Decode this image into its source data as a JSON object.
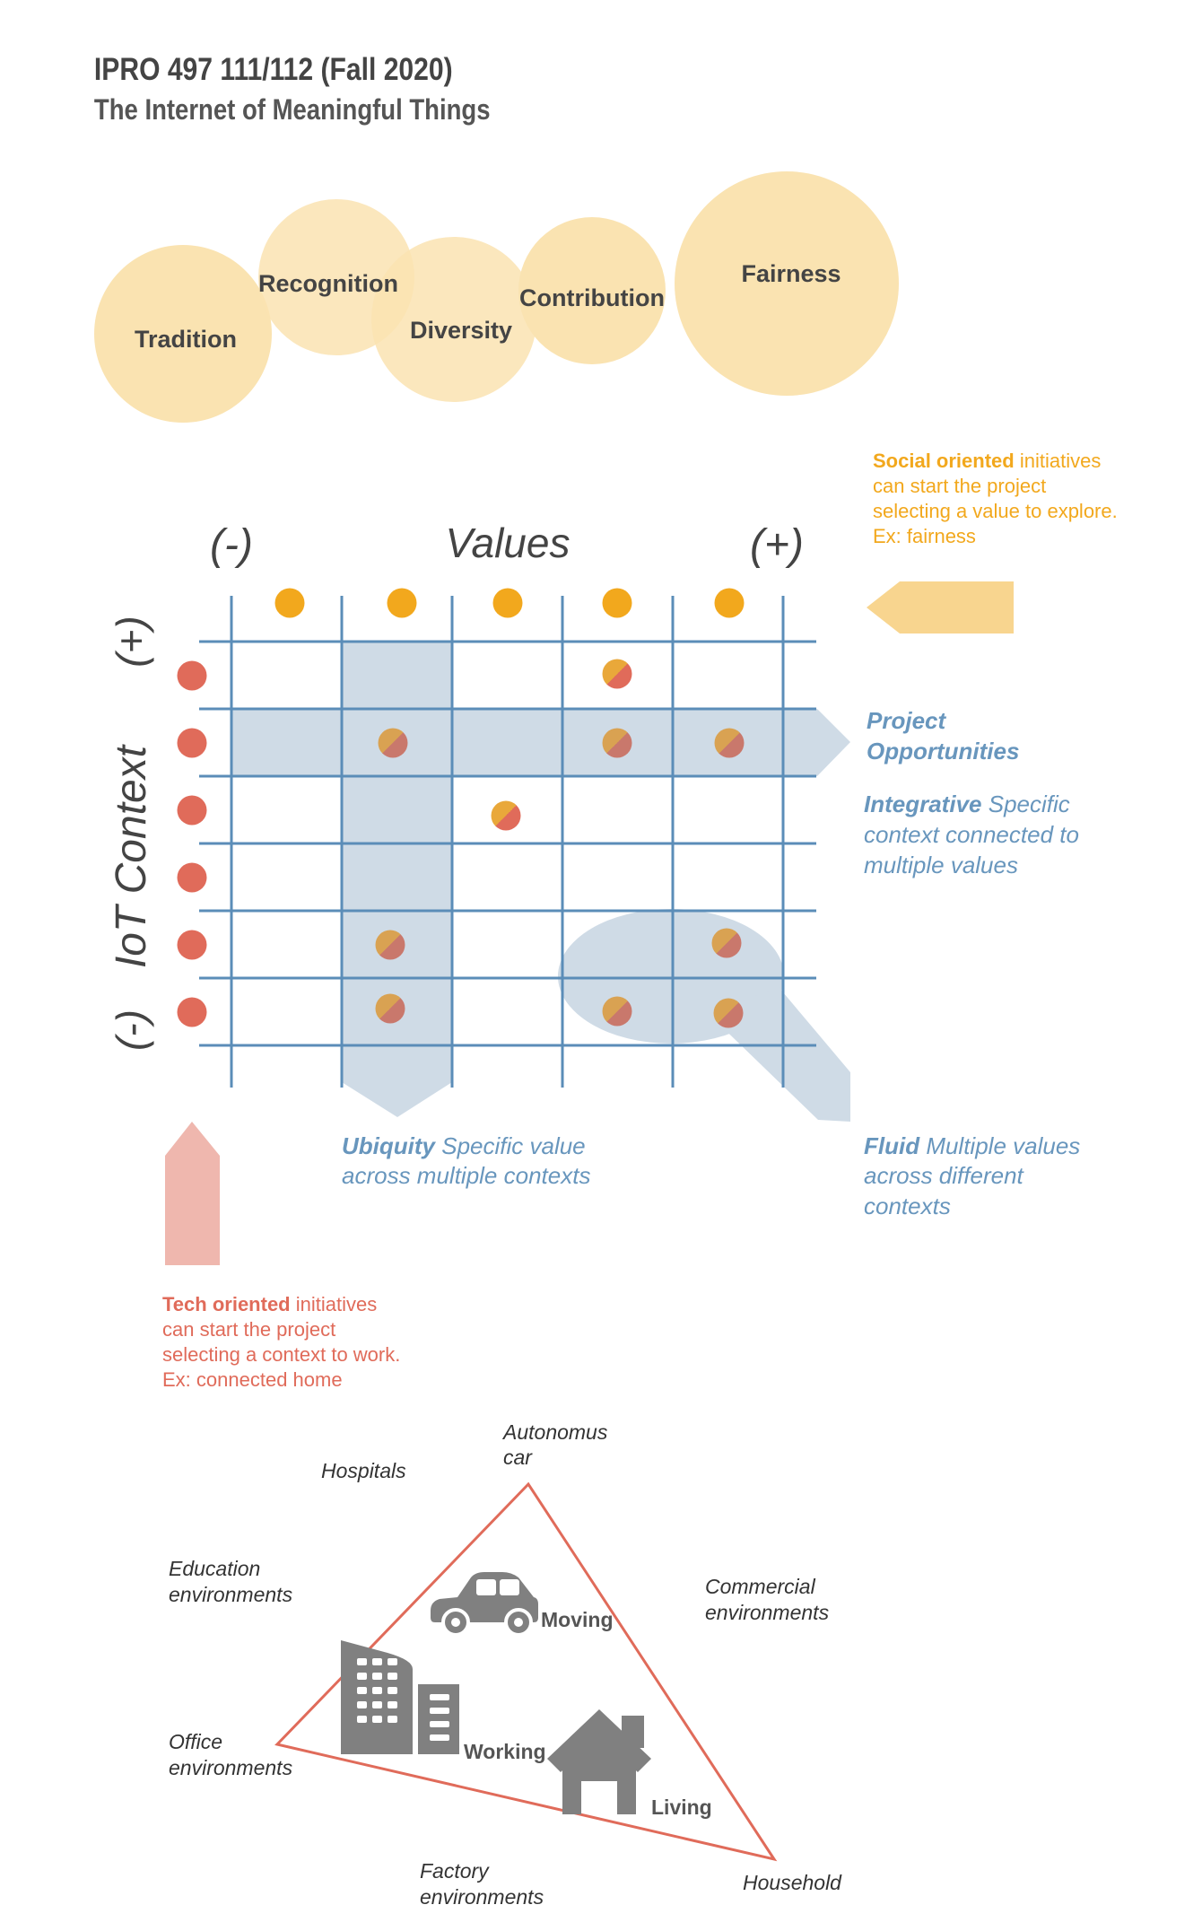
{
  "header": {
    "title": "IPRO 497 111/112 (Fall 2020)",
    "subtitle": "The Internet of Meaningful Things"
  },
  "colors": {
    "value": "#f2a81d",
    "context": "#e06b5a",
    "grid": "#5b8db8",
    "highlight": "#cfdbe6",
    "bubble": "#fae3b1",
    "social_text": "#f2a81d",
    "tech_text": "#e06b5a",
    "blue_text": "#6896bd",
    "axis_text": "#444444",
    "triangle": "#e06b5a",
    "icon": "#808080"
  },
  "bubbles": [
    "Tradition",
    "Recognition",
    "Diversity",
    "Contribution",
    "Fairness"
  ],
  "matrix": {
    "x_axis_title": "Values",
    "x_minus": "(-)",
    "x_plus": "(+)",
    "y_axis_title": "IoT Context",
    "y_minus": "(-)",
    "y_plus": "(+)"
  },
  "social_note": {
    "bold": "Social oriented",
    "rest": " initiatives",
    "line2": "can start the project",
    "line3": "selecting a value to explore.",
    "line4": "Ex: fairness"
  },
  "tech_note": {
    "bold": "Tech oriented",
    "rest": " initiatives",
    "line2": "can start the project",
    "line3": "selecting a context to work.",
    "line4": "Ex: connected home"
  },
  "opportunities": {
    "line1": "Project",
    "line2": "Opportunities"
  },
  "integrative": {
    "bold": "Integrative",
    "rest": " Specific",
    "line2": "context connected to",
    "line3": "multiple values"
  },
  "ubiquity": {
    "bold": "Ubiquity",
    "rest": " Specific value",
    "line2": "across multiple contexts"
  },
  "fluid": {
    "bold": "Fluid",
    "rest": " Multiple values",
    "line2": "across different",
    "line3": "contexts"
  },
  "triangle": {
    "labels": {
      "autonomous_line1": "Autonomus",
      "autonomous_line2": "car",
      "hospitals": "Hospitals",
      "education_line1": "Education",
      "education_line2": "environments",
      "commercial_line1": "Commercial",
      "commercial_line2": "environments",
      "office_line1": "Office",
      "office_line2": "environments",
      "factory_line1": "Factory",
      "factory_line2": "environments",
      "household": "Household"
    },
    "modes": {
      "moving": "Moving",
      "working": "Working",
      "living": "Living"
    }
  }
}
